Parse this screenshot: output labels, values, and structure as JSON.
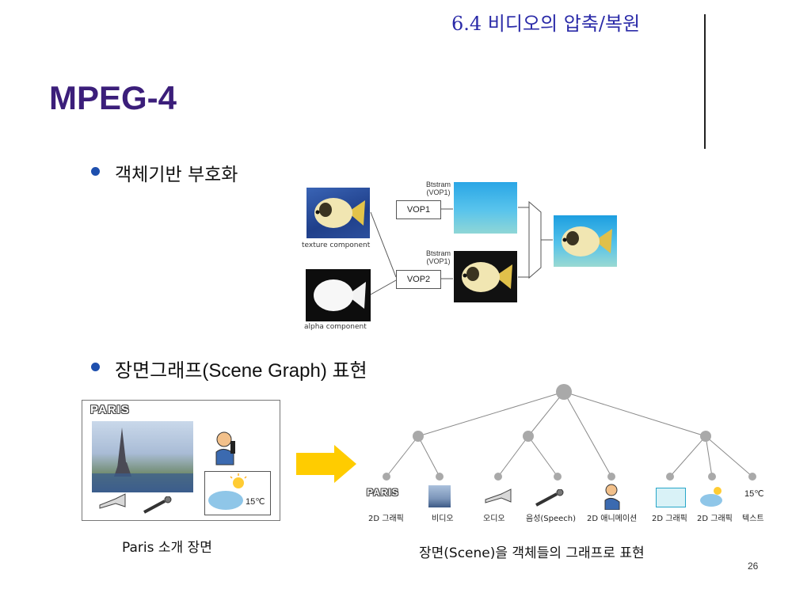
{
  "header": {
    "section_title": "6.4 비디오의 압축/복원",
    "main_title": "MPEG-4"
  },
  "bullets": [
    {
      "text": "객체기반 부호화"
    },
    {
      "text": "장면그래프(Scene Graph) 표현"
    }
  ],
  "coding_diagram": {
    "texture_label": "texture component",
    "alpha_label": "alpha component",
    "vop1": "VOP1",
    "vop2": "VOP2",
    "bitstream1": [
      "Btstram",
      "(VOP1)"
    ],
    "bitstream2": [
      "Btstram",
      "(VOP1)"
    ]
  },
  "scene": {
    "paris_logo": "PARIS",
    "temperature": "15℃",
    "caption": "Paris 소개 장면"
  },
  "scene_graph": {
    "leaves": [
      "2D 그래픽",
      "비디오",
      "오디오",
      "음성(Speech)",
      "2D 애니메이션",
      "2D 그래픽",
      "2D 그래픽",
      "텍스트"
    ],
    "leaf_paris_logo": "PARIS",
    "leaf_temperature": "15℃",
    "caption": "장면(Scene)을 객체들의 그래프로 표현"
  },
  "page_number": "26",
  "colors": {
    "section_title": "#2a2aa8",
    "main_title": "#3b1e7a",
    "bullet": "#1e4fae",
    "arrow": "#ffcc00",
    "graph_node": "#a9a9a9"
  }
}
